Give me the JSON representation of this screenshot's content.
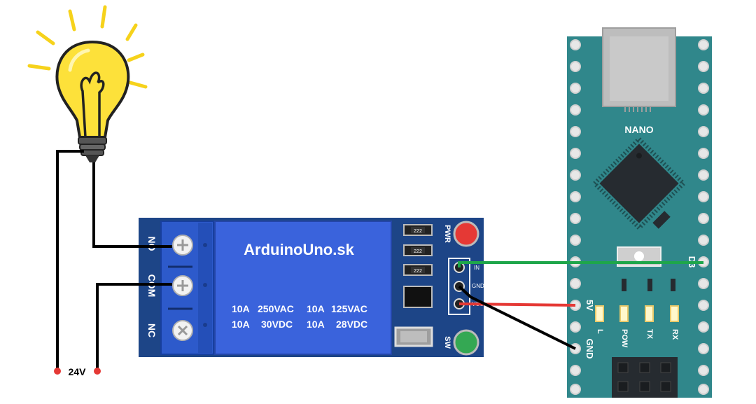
{
  "supply": {
    "label": "24V"
  },
  "relay": {
    "brand": "ArduinoUno.sk",
    "ratings": [
      [
        "10A",
        "250VAC",
        "10A",
        "125VAC"
      ],
      [
        "10A",
        "30VDC",
        "10A",
        "28VDC"
      ]
    ],
    "terminals": [
      "NO",
      "COM",
      "NC"
    ],
    "resistor_code": "222",
    "led_pwr_label": "PWR",
    "button_label": "SW",
    "pins": [
      "IN",
      "GND",
      "VCC"
    ],
    "colors": {
      "board": "#1d4587",
      "relay_body": "#3a63dc",
      "terminal": "#2d5acb",
      "led_pwr": "#e53935",
      "button": "#34a853"
    }
  },
  "nano": {
    "name": "NANO",
    "pin_d3": "D3",
    "pin_5v": "5V",
    "pin_gnd": "GND",
    "led_labels": [
      "L",
      "POW",
      "TX",
      "RX"
    ],
    "colors": {
      "board": "#30878b",
      "chip": "#262b30"
    }
  },
  "wires": {
    "signal": "#1ea64a",
    "power": "#e53935",
    "ground": "#000000"
  },
  "bulb": {
    "glass": "#fde13a",
    "glow": "#f6d21b"
  }
}
